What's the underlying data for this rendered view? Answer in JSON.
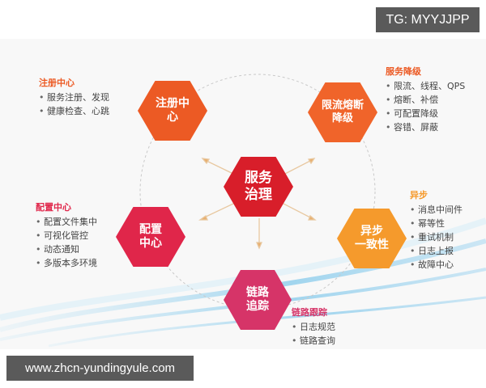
{
  "watermark_top": "TG: MYYJJPP",
  "watermark_bottom": "www.zhcn-yundingyule.com",
  "colors": {
    "orange_dark": "#ec5a24",
    "orange": "#f0642a",
    "red_center": "#d81e2a",
    "crimson": "#e0264a",
    "magenta": "#d63468",
    "amber": "#f59a2c"
  },
  "center": {
    "line1": "服务",
    "line2": "治理"
  },
  "nodes": {
    "registry": {
      "line1": "注册中",
      "line2": "心"
    },
    "circuit": {
      "line1": "限流熔断",
      "line2": "降级"
    },
    "config": {
      "line1": "配置",
      "line2": "中心"
    },
    "async": {
      "line1": "异步",
      "line2": "一致性"
    },
    "tracing": {
      "line1": "链路",
      "line2": "追踪"
    }
  },
  "panels": {
    "registry": {
      "title": "注册中心",
      "items": [
        "服务注册、发现",
        "健康检查、心跳"
      ]
    },
    "circuit": {
      "title": "服务降级",
      "items": [
        "限流、线程、QPS",
        "熔断、补偿",
        "可配置降级",
        "容错、屏蔽"
      ]
    },
    "config": {
      "title": "配置中心",
      "items": [
        "配置文件集中",
        "可视化管控",
        "动态通知",
        "多版本多环境"
      ]
    },
    "async": {
      "title": "异步",
      "items": [
        "消息中间件",
        "幂等性",
        "重试机制",
        "日志上报",
        "故障中心"
      ]
    },
    "tracing": {
      "title": "链路跟踪",
      "items": [
        "日志规范",
        "链路查询"
      ]
    }
  }
}
